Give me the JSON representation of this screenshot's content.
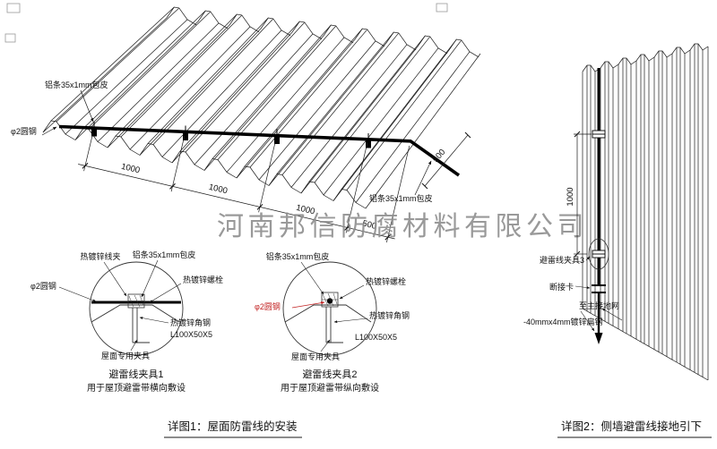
{
  "watermark": {
    "text": "河南邦信防腐材料有限公司",
    "color": "#8f8f8f"
  },
  "roof_view": {
    "label_strip_top": "铝条35x1mm包皮",
    "label_rod": "φ2圆钢",
    "label_strip_right": "铝条35x1mm包皮",
    "dims": {
      "d1": "1000",
      "d2": "1000",
      "d3": "1000",
      "d4": "500",
      "d_right": "500"
    }
  },
  "detail1": {
    "clamp1": {
      "label_clip": "热镀锌线夹",
      "label_strip": "铝条35x1mm包皮",
      "label_bolt": "热镀锌螺栓",
      "label_rod": "φ2圆钢",
      "label_angle": "热镀锌角钢",
      "label_angle_size": "L100X50X5",
      "label_fixture": "屋面专用夹具",
      "title": "避雷线夹具1",
      "subtitle": "用于屋顶避雷带横向敷设"
    },
    "clamp2": {
      "label_strip": "铝条35x1mm包皮",
      "label_bolt": "热镀锌螺栓",
      "label_rod": "φ2圆钢",
      "label_angle": "热镀锌角钢",
      "label_angle_size": "L100X50X5",
      "label_fixture": "屋面专用夹具",
      "title": "避雷线夹具2",
      "subtitle": "用于屋顶避雷带纵向敷设"
    },
    "caption": "详图1：屋面防雷线的安装"
  },
  "detail2": {
    "dim": "1000",
    "label_clamp3": "避雷线夹具3",
    "label_disconnect": "断接卡",
    "label_to_ground": "至主接地网",
    "label_flat_steel": "-40mmx4mm镀锌扁钢",
    "caption": "详图2：侧墙避雷线接地引下"
  },
  "colors": {
    "line": "#1a1a1a",
    "accent_red": "#c22222",
    "watermark_gray": "#8f8f8f"
  }
}
